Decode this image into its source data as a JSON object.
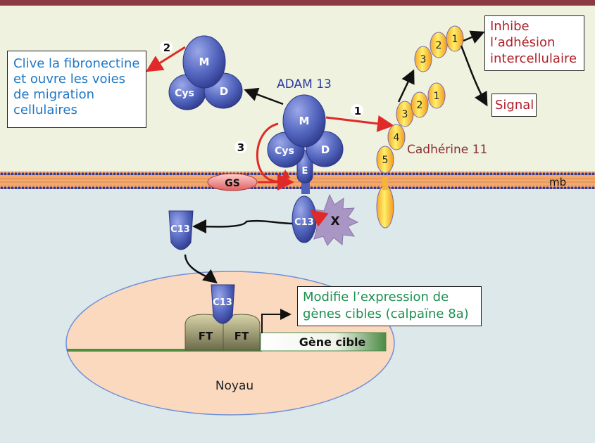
{
  "labels": {
    "adam": "ADAM 13",
    "m": "M",
    "cys": "Cys",
    "d": "D",
    "e": "E",
    "c13": "C13",
    "x": "X",
    "gs": "GS",
    "cadherin": "Cadhérine 11",
    "mb": "mb",
    "ft": "FT",
    "target_gene": "Gène cible",
    "nucleus": "Noyau",
    "step1": "1",
    "step2": "2",
    "step3": "3",
    "dom1": "1",
    "dom2": "2",
    "dom3": "3",
    "dom4": "4",
    "dom5": "5"
  },
  "boxes": {
    "cleave": "Clive la fibronectine\net ouvre les voies\nde migration\ncellulaires",
    "inhibit": "Inhibe\nl’adhésion\nintercellulaire",
    "signal": "Signal",
    "modify": "Modifie l’expression de\ngènes cibles (calpaïne 8a)"
  },
  "colors": {
    "top_bar": "#8b3b45",
    "extracellular": "#eef2df",
    "cytoplasm": "#dde8ea",
    "nucleus": "#fbd9bf",
    "protein_blue": "#4f62b8",
    "cadherin_yellow": "#f5c52a",
    "arrow_red": "#e02a2a",
    "membrane_dot": "#2a3aa0",
    "membrane_core": "#f4a86b"
  }
}
